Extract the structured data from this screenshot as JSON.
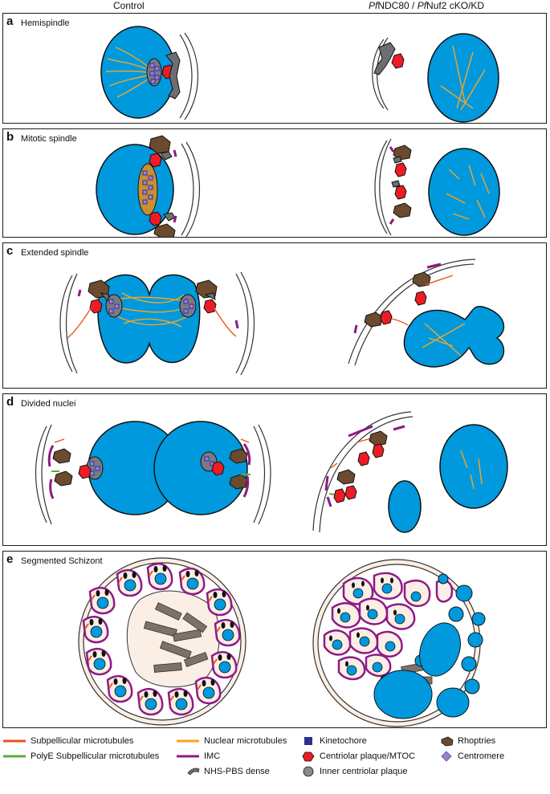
{
  "columns": {
    "left": "Control",
    "right_prefix": "Pf",
    "right_mid": "NDC80 / ",
    "right_prefix2": "Pf",
    "right_suffix": "Nuf2 cKO/KD"
  },
  "panels": [
    {
      "letter": "a",
      "title": "Hemispindle"
    },
    {
      "letter": "b",
      "title": "Mitotic spindle"
    },
    {
      "letter": "c",
      "title": "Extended spindle"
    },
    {
      "letter": "d",
      "title": "Divided nuclei"
    },
    {
      "letter": "e",
      "title": "Segmented Schizont"
    }
  ],
  "legend": [
    {
      "label": "Subpellicular microtubules",
      "icon": "orange-line",
      "color": "#e8541e"
    },
    {
      "label": "PolyE Subpellicular microtubules",
      "icon": "green-line",
      "color": "#5aaa3c"
    },
    {
      "label": "Nuclear microtubules",
      "icon": "yellow-line",
      "color": "#f5a623"
    },
    {
      "label": "IMC",
      "icon": "purple-line",
      "color": "#8e1a87"
    },
    {
      "label": "NHS-PBS dense",
      "icon": "grey-crescent",
      "color": "#6d6e71"
    },
    {
      "label": "Kinetochore",
      "icon": "navy-square",
      "color": "#2e3192"
    },
    {
      "label": "Centriolar plaque/MTOC",
      "icon": "red-hexagon",
      "color": "#ed1c24"
    },
    {
      "label": "Inner centriolar plaque",
      "icon": "grey-circle",
      "color": "#8a8a8a"
    },
    {
      "label": "Rhoptries",
      "icon": "brown-blob",
      "color": "#6b4a2e"
    },
    {
      "label": "Centromere",
      "icon": "violet-diamond",
      "color": "#9b7fd6"
    }
  ],
  "colors": {
    "nucleus": "#0099dd",
    "membrane_fill": "#fbeee4",
    "dense": "#6d6e71"
  }
}
